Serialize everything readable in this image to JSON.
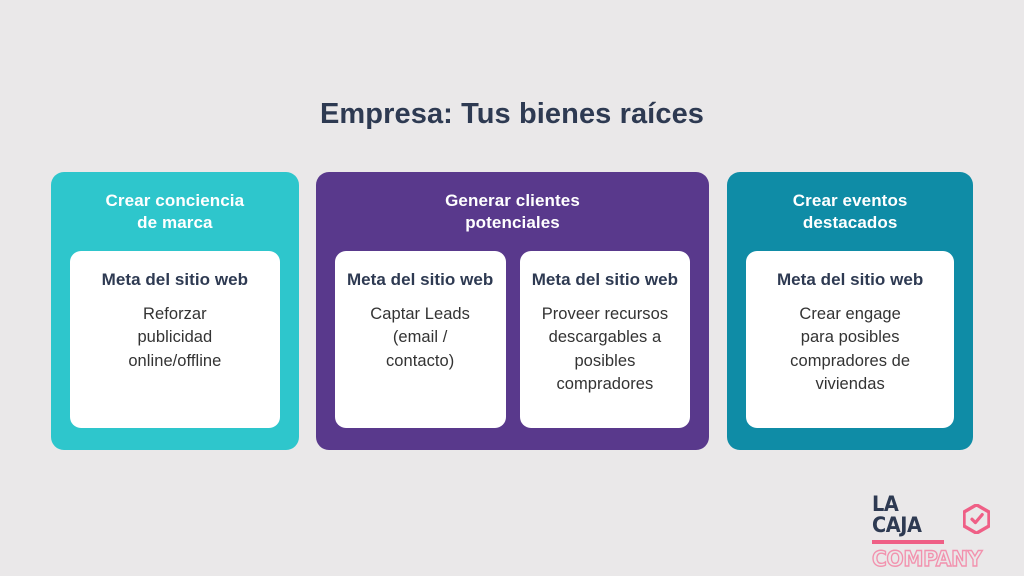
{
  "page": {
    "title": "Empresa: Tus bienes raíces",
    "background_color": "#eae8e9",
    "title_color": "#2e3a52"
  },
  "columns": [
    {
      "id": "brand-awareness",
      "header": "Crear conciencia\nde marca",
      "color": "#2ec6cc",
      "cards": [
        {
          "title": "Meta del sitio web",
          "text": "Reforzar\npublicidad\nonline/offline"
        }
      ]
    },
    {
      "id": "lead-generation",
      "header": "Generar clientes\npotenciales",
      "color": "#59398c",
      "cards": [
        {
          "title": "Meta del sitio web",
          "text": "Captar Leads\n(email /\ncontacto)"
        },
        {
          "title": "Meta del sitio web",
          "text": "Proveer recursos\ndescargables a\nposibles\ncompradores"
        }
      ]
    },
    {
      "id": "featured-events",
      "header": "Crear eventos\ndestacados",
      "color": "#0f8ca6",
      "cards": [
        {
          "title": "Meta del sitio web",
          "text": "Crear engage\npara posibles\ncompradores de\nviviendas"
        }
      ]
    }
  ],
  "logo": {
    "wordmark": "LA CAJA",
    "subtext": "COMPANY",
    "mark_icon": "hexagon-check-icon",
    "dark_color": "#2e3a52",
    "accent_color": "#ef5f86",
    "sub_color": "#f292ae"
  }
}
